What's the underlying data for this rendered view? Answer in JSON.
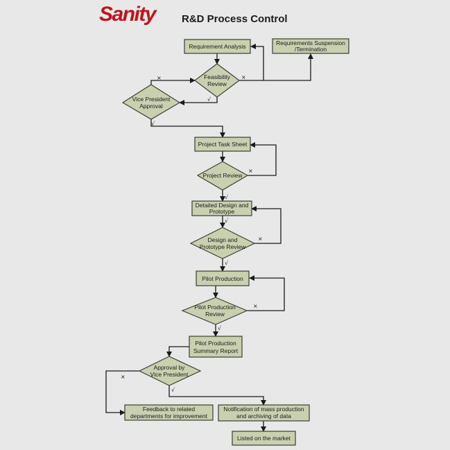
{
  "header": {
    "logo": "Sanity",
    "title": "R&D Process Control"
  },
  "colors": {
    "node_fill": "#c9d0b0",
    "node_stroke": "#3a3f32",
    "logo": "#c0141c",
    "background": "#e8e8e8"
  },
  "nodes": {
    "req_analysis": [
      "Requirement Analysis"
    ],
    "req_suspension": [
      "Requirements Suspension",
      "/Termination"
    ],
    "feasibility": [
      "Feasibility",
      "Review"
    ],
    "vp_approval": [
      "Vice President",
      "Approval"
    ],
    "task_sheet": [
      "Project Task Sheet"
    ],
    "project_review": [
      "Project Review"
    ],
    "detailed_design": [
      "Detailed Design and",
      "Prototype"
    ],
    "design_review": [
      "Design and",
      "Prototype Review"
    ],
    "pilot_production": [
      "Pilot Production"
    ],
    "pilot_review": [
      "Pilot Production",
      "Review"
    ],
    "pilot_summary": [
      "Pilot Production",
      "Summary Report"
    ],
    "vp_approval2": [
      "Approval by",
      "Vice President"
    ],
    "feedback": [
      "Feedback to related",
      "departments for improvement"
    ],
    "notification": [
      "Notification of mass production",
      "and archiving of data"
    ],
    "market": [
      "Listed on the market"
    ]
  },
  "labels": {
    "pass": "√",
    "fail": "×"
  }
}
